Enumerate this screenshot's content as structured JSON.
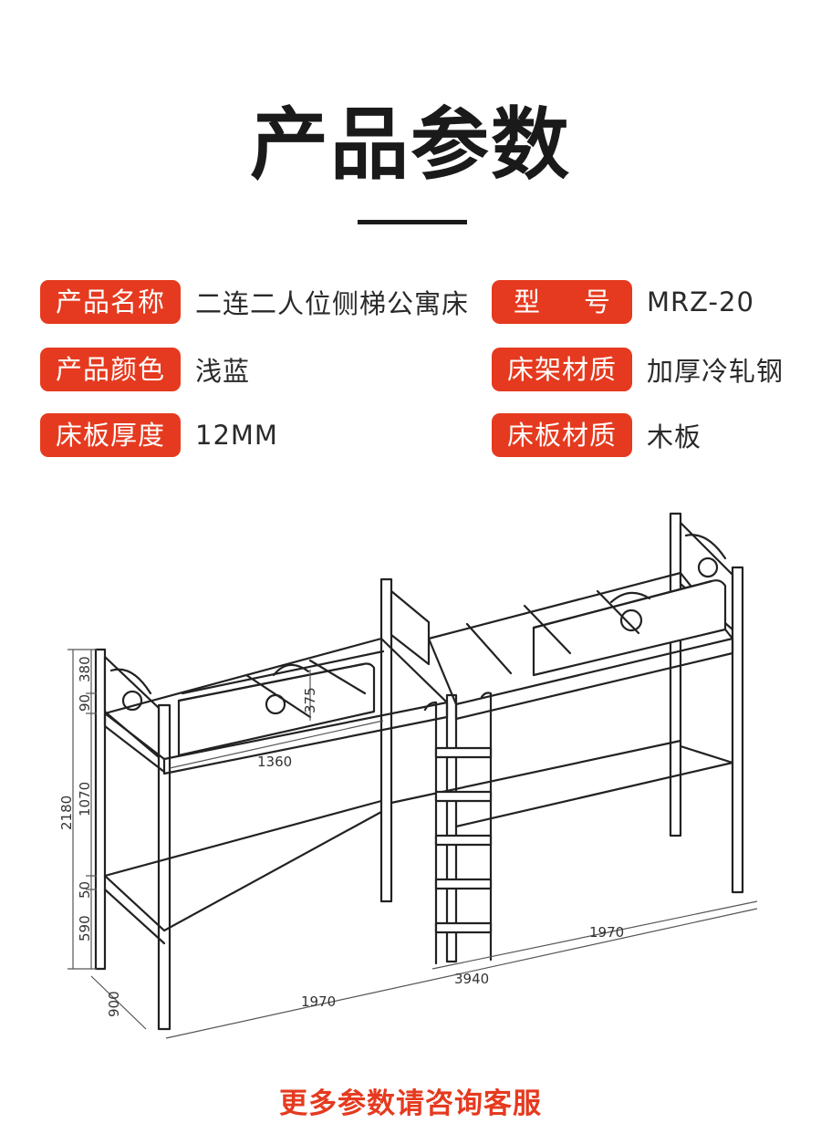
{
  "header": {
    "title": "产品参数"
  },
  "specs": [
    {
      "label": "产品名称",
      "value": "二连二人位侧梯公寓床"
    },
    {
      "label": "型号",
      "label_chars": [
        "型",
        "号"
      ],
      "value": "MRZ-20"
    },
    {
      "label": "产品颜色",
      "value": "浅蓝"
    },
    {
      "label": "床架材质",
      "value": "加厚冷轧钢"
    },
    {
      "label": "床板厚度",
      "value": "12MM"
    },
    {
      "label": "床板材质",
      "value": "木板"
    }
  ],
  "dimensions": {
    "guard_height": "380",
    "headboard_height": "375",
    "rail_gap": "90",
    "total_height": "2180",
    "under_bed_clearance": "1070",
    "bottom_rail_gap": "50",
    "bottom_rail_height": "590",
    "width": "900",
    "inner_length": "1360",
    "unit_length_left": "1970",
    "unit_length_right": "1970",
    "total_length": "3940"
  },
  "footer": {
    "note": "更多参数请咨询客服"
  }
}
